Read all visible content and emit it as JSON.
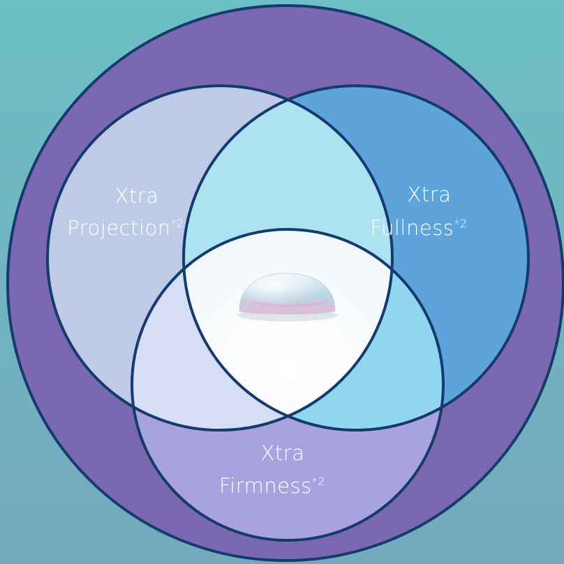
{
  "diagram": {
    "type": "venn",
    "sets": [
      {
        "id": "projection",
        "line1": "Xtra",
        "line2": "Projection",
        "marker": "*2",
        "color": "#bfcbe6"
      },
      {
        "id": "fullness",
        "line1": "Xtra",
        "line2": "Fullness",
        "marker": "*2",
        "color": "#5ea3da"
      },
      {
        "id": "firmness",
        "line1": "Xtra",
        "line2": "Firmness",
        "marker": "*2",
        "color": "#a8a2de"
      }
    ],
    "center_icon": "implant-icon",
    "colors": {
      "background": "#6ab8c0",
      "outer_circle": "#7a69b0",
      "outline": "#153a6e",
      "projection_fullness_overlap": "#ade3f1",
      "fullness_firmness_overlap": "#92d5ee",
      "projection_firmness_overlap": "#d5def5",
      "center": "#ffffff"
    }
  }
}
